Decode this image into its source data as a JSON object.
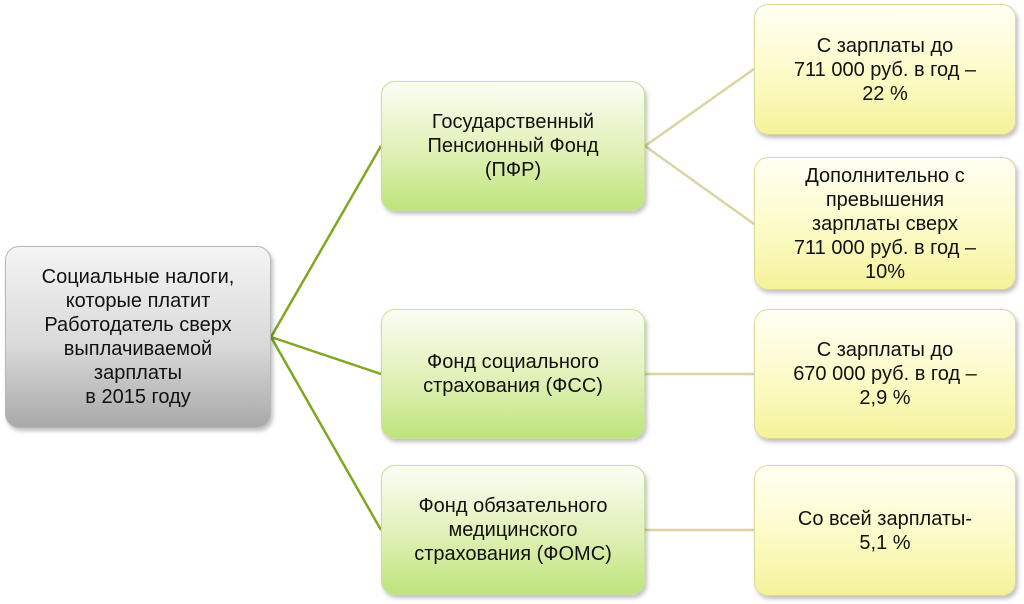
{
  "diagram": {
    "root": {
      "text": "Социальные налоги,\nкоторые платит\nРаботодатель сверх\nвыплачиваемой\nзарплаты\nв 2015 году"
    },
    "funds": [
      {
        "text": "Государственный\nПенсионный Фонд\n(ПФР)"
      },
      {
        "text": "Фонд социального\nстрахования (ФСС)"
      },
      {
        "text": "Фонд обязательного\nмедицинского\nстрахования (ФОМС)"
      }
    ],
    "rates": [
      {
        "text": "С зарплаты до\n711 000 руб. в год –\n22 %"
      },
      {
        "text": "Дополнительно с\nпревышения\nзарплаты сверх\n711 000 руб. в год –\n10%"
      },
      {
        "text": "С зарплаты до\n670 000 руб. в год –\n2,9 %"
      },
      {
        "text": "Со всей зарплаты-\n5,1 %"
      }
    ],
    "colors": {
      "root_connector": "#7fa820",
      "fund_connector": "#d9d6a3"
    }
  }
}
